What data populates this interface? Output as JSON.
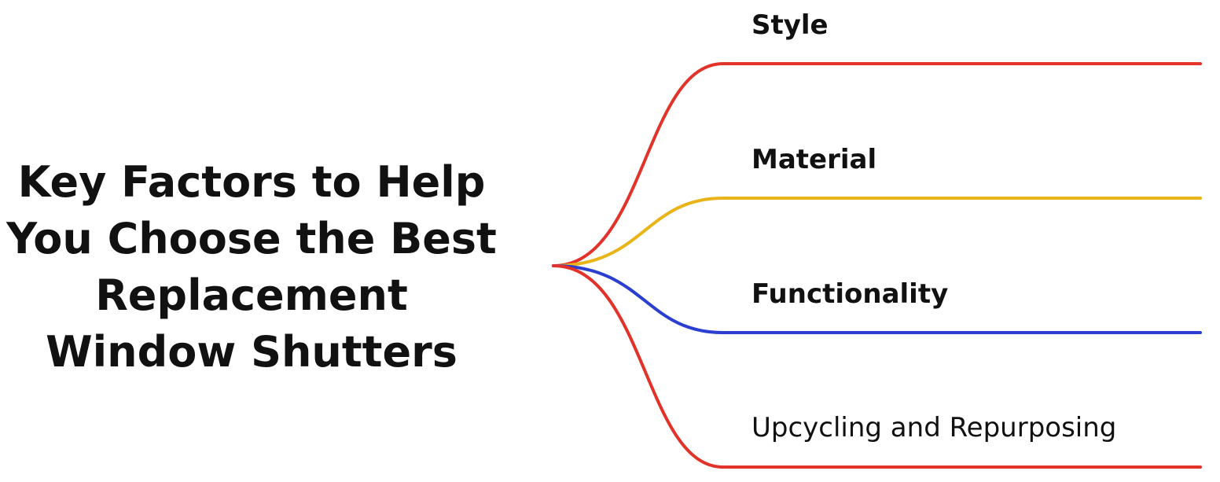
{
  "root": {
    "lines": [
      "Key Factors to Help",
      "You Choose the Best",
      "Replacement",
      "Window Shutters"
    ]
  },
  "branches": [
    {
      "label": "Style",
      "color": "#e2332a",
      "bold": true
    },
    {
      "label": "Material",
      "color": "#e9b418",
      "bold": true
    },
    {
      "label": "Functionality",
      "color": "#2a3ed0",
      "bold": true
    },
    {
      "label": "Upcycling and Repurposing",
      "color": "#e2332a",
      "bold": false
    }
  ]
}
